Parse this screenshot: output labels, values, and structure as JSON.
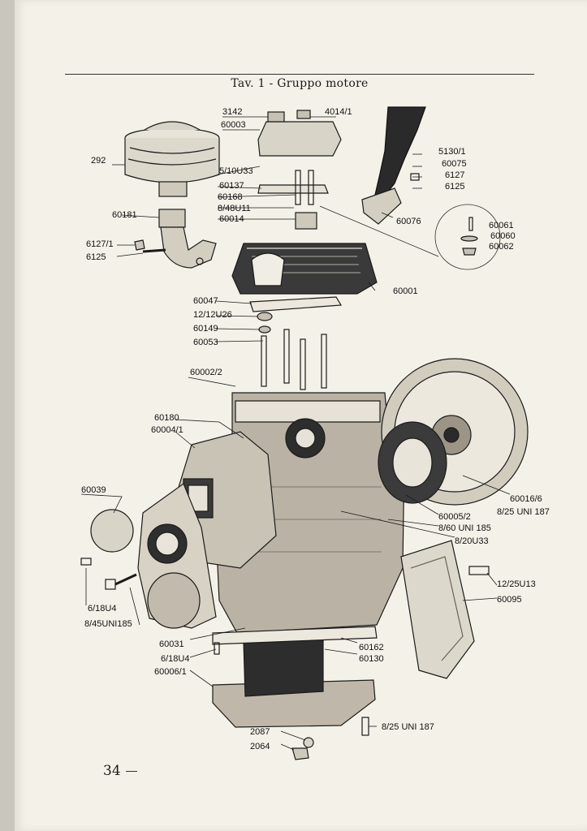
{
  "header": {
    "title": "Tav. 1 - Gruppo motore"
  },
  "footer": {
    "page_number": "34"
  },
  "part_labels": [
    "3142",
    "4014/1",
    "60003",
    "292",
    "5/10U33",
    "60137",
    "60168",
    "8/48U11",
    "60014",
    "5130/1",
    "60075",
    "6127",
    "6125",
    "60076",
    "60061",
    "60060",
    "60062",
    "60181",
    "6127/1",
    "6125",
    "60001",
    "60047",
    "12/12U26",
    "60149",
    "60053",
    "60002/2",
    "60180",
    "60004/1",
    "60039",
    "60016/6",
    "8/25 UNI 187",
    "60005/2",
    "8/60 UNI 185",
    "8/20U33",
    "12/25U13",
    "60095",
    "6/18U4",
    "8/45UNI185",
    "60031",
    "6/18U4",
    "60006/1",
    "60162",
    "60130",
    "2087",
    "2064",
    "8/25 UNI 187"
  ]
}
